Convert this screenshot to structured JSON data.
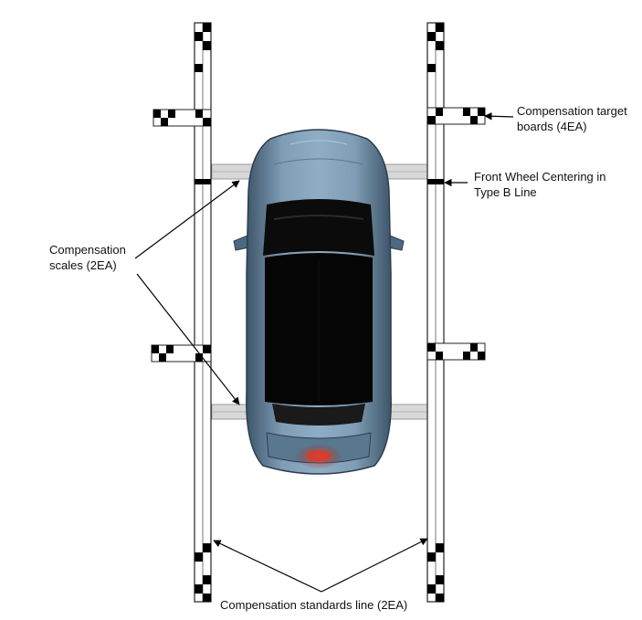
{
  "labels": {
    "target_boards_1": "Compensation target",
    "target_boards_2": "boards (4EA)",
    "front_wheel_1": "Front Wheel Centering in",
    "front_wheel_2": "Type B Line",
    "scales_1": "Compensation",
    "scales_2": "scales (2EA)",
    "standards_line": "Compensation standards line (2EA)"
  },
  "colors": {
    "car_body": "#6f8fa8",
    "car_body_dark": "#3e5569",
    "glass": "#050505",
    "tail_light": "#d83a2a",
    "rail_border": "#222222",
    "scale_bar": "#dcdcdc"
  }
}
